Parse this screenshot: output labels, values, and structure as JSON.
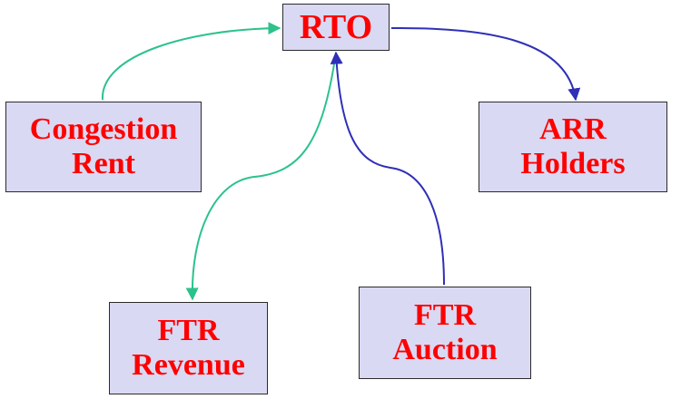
{
  "nodes": {
    "rto": {
      "lines": [
        "RTO"
      ]
    },
    "congestion_rent": {
      "lines": [
        "Congestion",
        "Rent"
      ]
    },
    "arr_holders": {
      "lines": [
        "ARR",
        "Holders"
      ]
    },
    "ftr_revenue": {
      "lines": [
        "FTR",
        "Revenue"
      ]
    },
    "ftr_auction": {
      "lines": [
        "FTR",
        "Auction"
      ]
    }
  },
  "edges": [
    {
      "from": "Congestion Rent",
      "to": "RTO",
      "color": "#2cc28c"
    },
    {
      "from": "RTO",
      "to": "FTR Revenue",
      "color": "#2cc28c"
    },
    {
      "from": "FTR Auction",
      "to": "RTO",
      "color": "#2f2fb8"
    },
    {
      "from": "RTO",
      "to": "ARR Holders",
      "color": "#2f2fb8"
    }
  ],
  "colors": {
    "box_fill": "#d9d9f3",
    "text": "#ff0000",
    "green_arrow": "#2cc28c",
    "blue_arrow": "#2f2fb8"
  }
}
